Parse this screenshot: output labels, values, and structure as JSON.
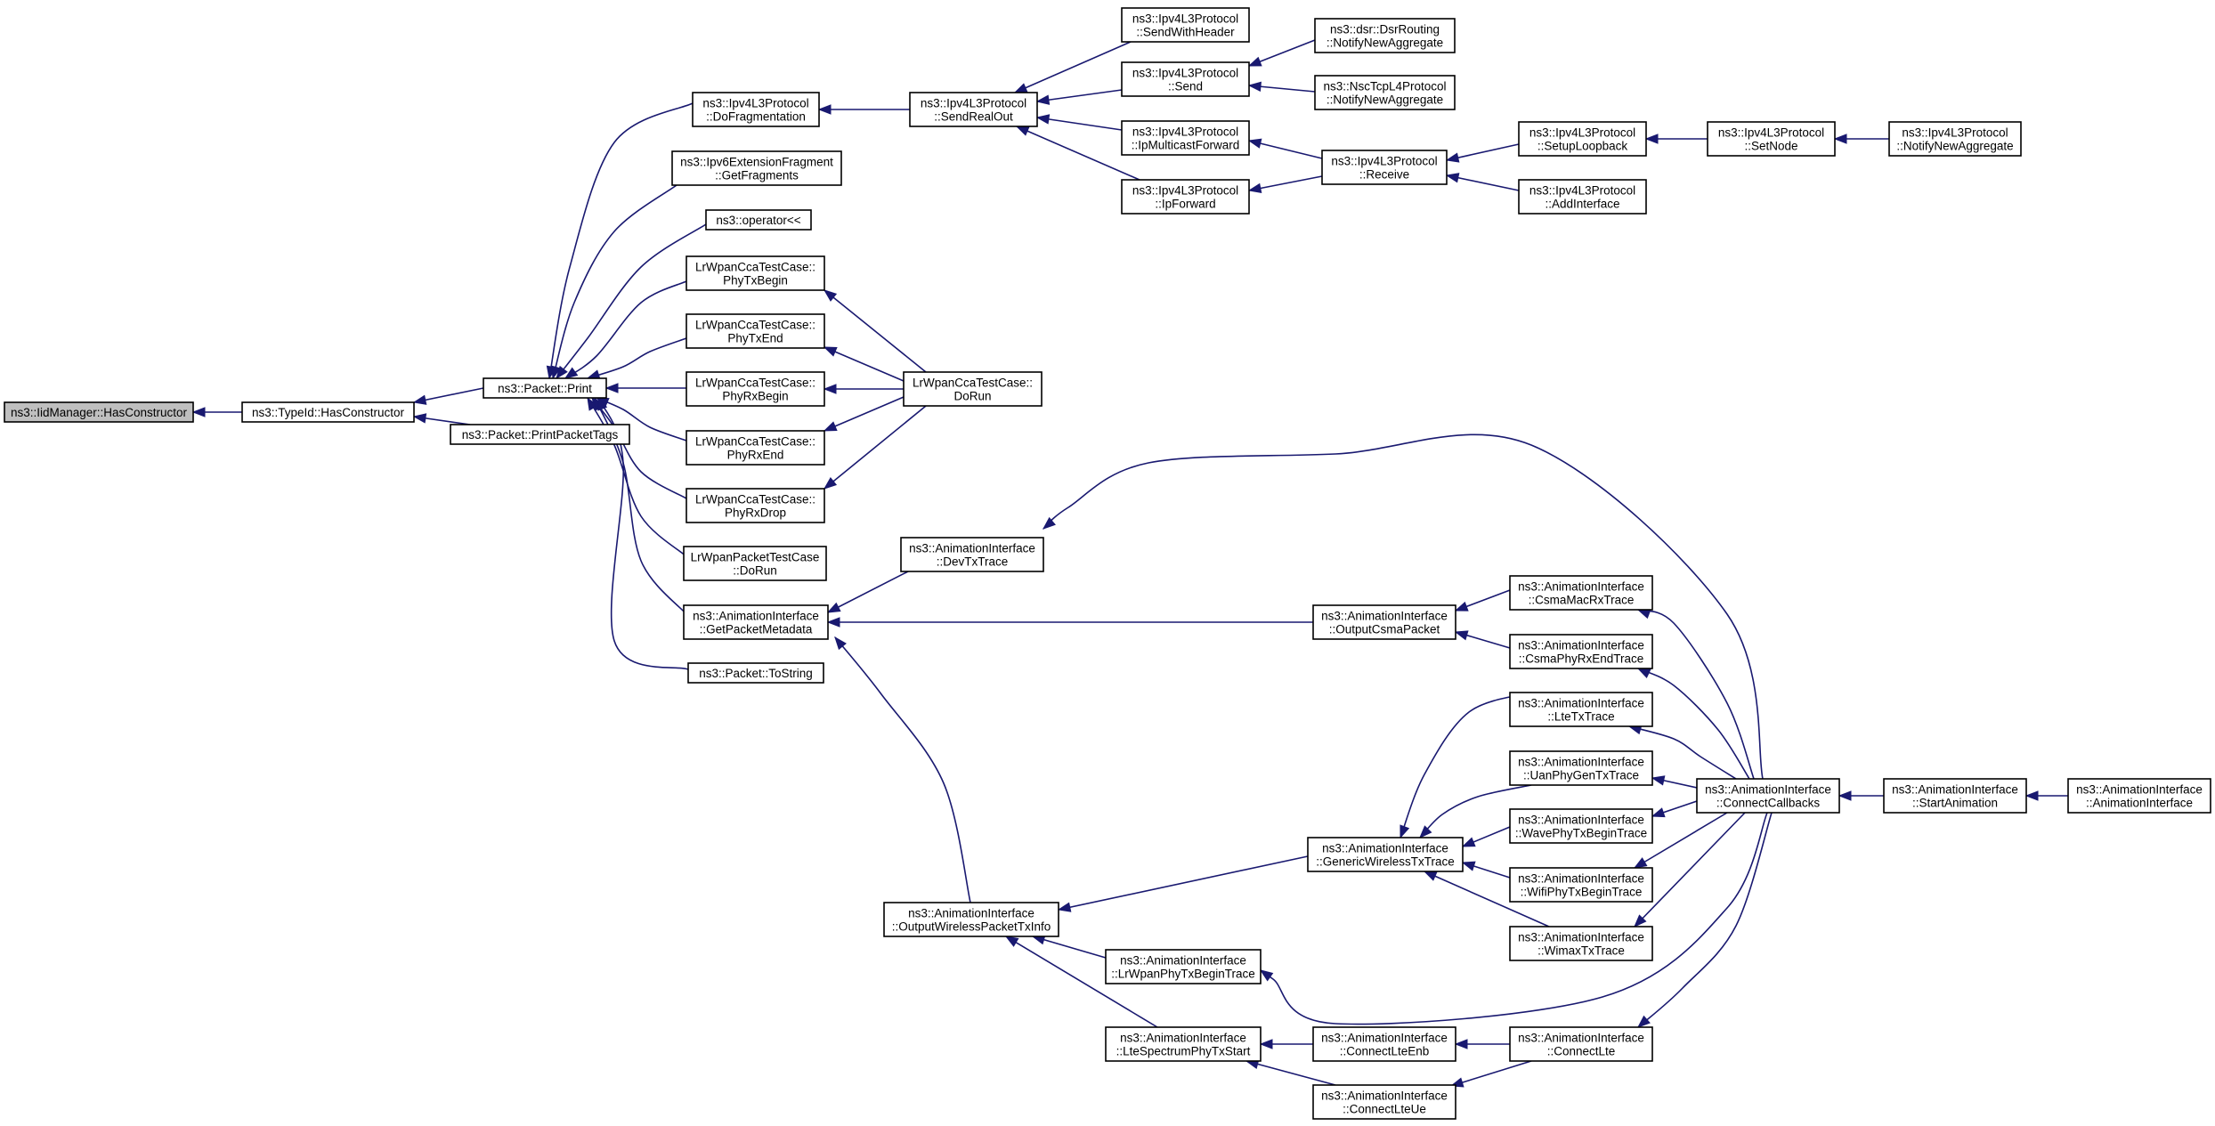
{
  "graph": {
    "nodes": [
      {
        "id": "root",
        "lines": [
          "ns3::IidManager::HasConstructor"
        ],
        "highlight": true
      },
      {
        "id": "typeid",
        "lines": [
          "ns3::TypeId::HasConstructor"
        ]
      },
      {
        "id": "print",
        "lines": [
          "ns3::Packet::Print"
        ]
      },
      {
        "id": "printtags",
        "lines": [
          "ns3::Packet::PrintPacketTags"
        ]
      },
      {
        "id": "dofrag",
        "lines": [
          "ns3::Ipv4L3Protocol",
          "::DoFragmentation"
        ]
      },
      {
        "id": "ipv6frag",
        "lines": [
          "ns3::Ipv6ExtensionFragment",
          "::GetFragments"
        ]
      },
      {
        "id": "oplt",
        "lines": [
          "ns3::operator<<"
        ]
      },
      {
        "id": "phytxbegin",
        "lines": [
          "LrWpanCcaTestCase::",
          "PhyTxBegin"
        ]
      },
      {
        "id": "phytxend",
        "lines": [
          "LrWpanCcaTestCase::",
          "PhyTxEnd"
        ]
      },
      {
        "id": "phyrxbegin",
        "lines": [
          "LrWpanCcaTestCase::",
          "PhyRxBegin"
        ]
      },
      {
        "id": "phyrxend",
        "lines": [
          "LrWpanCcaTestCase::",
          "PhyRxEnd"
        ]
      },
      {
        "id": "phyrxdrop",
        "lines": [
          "LrWpanCcaTestCase::",
          "PhyRxDrop"
        ]
      },
      {
        "id": "pktdorun",
        "lines": [
          "LrWpanPacketTestCase",
          "::DoRun"
        ]
      },
      {
        "id": "getpktmeta",
        "lines": [
          "ns3::AnimationInterface",
          "::GetPacketMetadata"
        ]
      },
      {
        "id": "tostring",
        "lines": [
          "ns3::Packet::ToString"
        ]
      },
      {
        "id": "ccadorun",
        "lines": [
          "LrWpanCcaTestCase::",
          "DoRun"
        ]
      },
      {
        "id": "sendrealout",
        "lines": [
          "ns3::Ipv4L3Protocol",
          "::SendRealOut"
        ]
      },
      {
        "id": "sendwithheader",
        "lines": [
          "ns3::Ipv4L3Protocol",
          "::SendWithHeader"
        ]
      },
      {
        "id": "send",
        "lines": [
          "ns3::Ipv4L3Protocol",
          "::Send"
        ]
      },
      {
        "id": "ipmcast",
        "lines": [
          "ns3::Ipv4L3Protocol",
          "::IpMulticastForward"
        ]
      },
      {
        "id": "ipfwd",
        "lines": [
          "ns3::Ipv4L3Protocol",
          "::IpForward"
        ]
      },
      {
        "id": "dsrnotify",
        "lines": [
          "ns3::dsr::DsrRouting",
          "::NotifyNewAggregate"
        ]
      },
      {
        "id": "nscnotify",
        "lines": [
          "ns3::NscTcpL4Protocol",
          "::NotifyNewAggregate"
        ]
      },
      {
        "id": "receive",
        "lines": [
          "ns3::Ipv4L3Protocol",
          "::Receive"
        ]
      },
      {
        "id": "setuploop",
        "lines": [
          "ns3::Ipv4L3Protocol",
          "::SetupLoopback"
        ]
      },
      {
        "id": "addif",
        "lines": [
          "ns3::Ipv4L3Protocol",
          "::AddInterface"
        ]
      },
      {
        "id": "setnode",
        "lines": [
          "ns3::Ipv4L3Protocol",
          "::SetNode"
        ]
      },
      {
        "id": "ipv4notify",
        "lines": [
          "ns3::Ipv4L3Protocol",
          "::NotifyNewAggregate"
        ]
      },
      {
        "id": "devtx",
        "lines": [
          "ns3::AnimationInterface",
          "::DevTxTrace"
        ]
      },
      {
        "id": "outcsma",
        "lines": [
          "ns3::AnimationInterface",
          "::OutputCsmaPacket"
        ]
      },
      {
        "id": "csmamacrx",
        "lines": [
          "ns3::AnimationInterface",
          "::CsmaMacRxTrace"
        ]
      },
      {
        "id": "csmaphyrx",
        "lines": [
          "ns3::AnimationInterface",
          "::CsmaPhyRxEndTrace"
        ]
      },
      {
        "id": "outwireless",
        "lines": [
          "ns3::AnimationInterface",
          "::OutputWirelessPacketTxInfo"
        ]
      },
      {
        "id": "genwireless",
        "lines": [
          "ns3::AnimationInterface",
          "::GenericWirelessTxTrace"
        ]
      },
      {
        "id": "ltetx",
        "lines": [
          "ns3::AnimationInterface",
          "::LteTxTrace"
        ]
      },
      {
        "id": "uanphy",
        "lines": [
          "ns3::AnimationInterface",
          "::UanPhyGenTxTrace"
        ]
      },
      {
        "id": "wavephy",
        "lines": [
          "ns3::AnimationInterface",
          "::WavePhyTxBeginTrace"
        ]
      },
      {
        "id": "wifiphy",
        "lines": [
          "ns3::AnimationInterface",
          "::WifiPhyTxBeginTrace"
        ]
      },
      {
        "id": "wimax",
        "lines": [
          "ns3::AnimationInterface",
          "::WimaxTxTrace"
        ]
      },
      {
        "id": "lrwpanphy",
        "lines": [
          "ns3::AnimationInterface",
          "::LrWpanPhyTxBeginTrace"
        ]
      },
      {
        "id": "ltespec",
        "lines": [
          "ns3::AnimationInterface",
          "::LteSpectrumPhyTxStart"
        ]
      },
      {
        "id": "connlteenb",
        "lines": [
          "ns3::AnimationInterface",
          "::ConnectLteEnb"
        ]
      },
      {
        "id": "connlteue",
        "lines": [
          "ns3::AnimationInterface",
          "::ConnectLteUe"
        ]
      },
      {
        "id": "connlte",
        "lines": [
          "ns3::AnimationInterface",
          "::ConnectLte"
        ]
      },
      {
        "id": "conncb",
        "lines": [
          "ns3::AnimationInterface",
          "::ConnectCallbacks"
        ]
      },
      {
        "id": "startanim",
        "lines": [
          "ns3::AnimationInterface",
          "::StartAnimation"
        ]
      },
      {
        "id": "animctor",
        "lines": [
          "ns3::AnimationInterface",
          "::AnimationInterface"
        ]
      }
    ],
    "edges": [
      {
        "from": "typeid",
        "to": "root"
      },
      {
        "from": "print",
        "to": "typeid"
      },
      {
        "from": "printtags",
        "to": "typeid"
      },
      {
        "from": "dofrag",
        "to": "print"
      },
      {
        "from": "ipv6frag",
        "to": "print"
      },
      {
        "from": "oplt",
        "to": "print"
      },
      {
        "from": "phytxbegin",
        "to": "print"
      },
      {
        "from": "phytxend",
        "to": "print"
      },
      {
        "from": "phyrxbegin",
        "to": "print"
      },
      {
        "from": "phyrxend",
        "to": "print"
      },
      {
        "from": "phyrxdrop",
        "to": "print"
      },
      {
        "from": "pktdorun",
        "to": "print"
      },
      {
        "from": "getpktmeta",
        "to": "print"
      },
      {
        "from": "tostring",
        "to": "print"
      },
      {
        "from": "ccadorun",
        "to": "phytxbegin"
      },
      {
        "from": "ccadorun",
        "to": "phytxend"
      },
      {
        "from": "ccadorun",
        "to": "phyrxbegin"
      },
      {
        "from": "ccadorun",
        "to": "phyrxend"
      },
      {
        "from": "ccadorun",
        "to": "phyrxdrop"
      },
      {
        "from": "sendrealout",
        "to": "dofrag"
      },
      {
        "from": "sendwithheader",
        "to": "sendrealout"
      },
      {
        "from": "send",
        "to": "sendrealout"
      },
      {
        "from": "ipmcast",
        "to": "sendrealout"
      },
      {
        "from": "ipfwd",
        "to": "sendrealout"
      },
      {
        "from": "dsrnotify",
        "to": "send"
      },
      {
        "from": "nscnotify",
        "to": "send"
      },
      {
        "from": "receive",
        "to": "ipmcast"
      },
      {
        "from": "receive",
        "to": "ipfwd"
      },
      {
        "from": "setuploop",
        "to": "receive"
      },
      {
        "from": "addif",
        "to": "receive"
      },
      {
        "from": "setnode",
        "to": "setuploop"
      },
      {
        "from": "ipv4notify",
        "to": "setnode"
      },
      {
        "from": "devtx",
        "to": "getpktmeta"
      },
      {
        "from": "outcsma",
        "to": "getpktmeta"
      },
      {
        "from": "outwireless",
        "to": "getpktmeta"
      },
      {
        "from": "conncb",
        "to": "devtx"
      },
      {
        "from": "csmamacrx",
        "to": "outcsma"
      },
      {
        "from": "csmaphyrx",
        "to": "outcsma"
      },
      {
        "from": "conncb",
        "to": "csmamacrx"
      },
      {
        "from": "conncb",
        "to": "csmaphyrx"
      },
      {
        "from": "genwireless",
        "to": "outwireless"
      },
      {
        "from": "lrwpanphy",
        "to": "outwireless"
      },
      {
        "from": "ltespec",
        "to": "outwireless"
      },
      {
        "from": "ltetx",
        "to": "genwireless"
      },
      {
        "from": "uanphy",
        "to": "genwireless"
      },
      {
        "from": "wavephy",
        "to": "genwireless"
      },
      {
        "from": "wifiphy",
        "to": "genwireless"
      },
      {
        "from": "wimax",
        "to": "genwireless"
      },
      {
        "from": "conncb",
        "to": "ltetx"
      },
      {
        "from": "conncb",
        "to": "uanphy"
      },
      {
        "from": "conncb",
        "to": "wavephy"
      },
      {
        "from": "conncb",
        "to": "wifiphy"
      },
      {
        "from": "conncb",
        "to": "wimax"
      },
      {
        "from": "conncb",
        "to": "lrwpanphy"
      },
      {
        "from": "connlteenb",
        "to": "ltespec"
      },
      {
        "from": "connlteue",
        "to": "ltespec"
      },
      {
        "from": "connlte",
        "to": "connlteenb"
      },
      {
        "from": "connlte",
        "to": "connlteue"
      },
      {
        "from": "conncb",
        "to": "connlte"
      },
      {
        "from": "startanim",
        "to": "conncb"
      },
      {
        "from": "animctor",
        "to": "startanim"
      }
    ]
  }
}
